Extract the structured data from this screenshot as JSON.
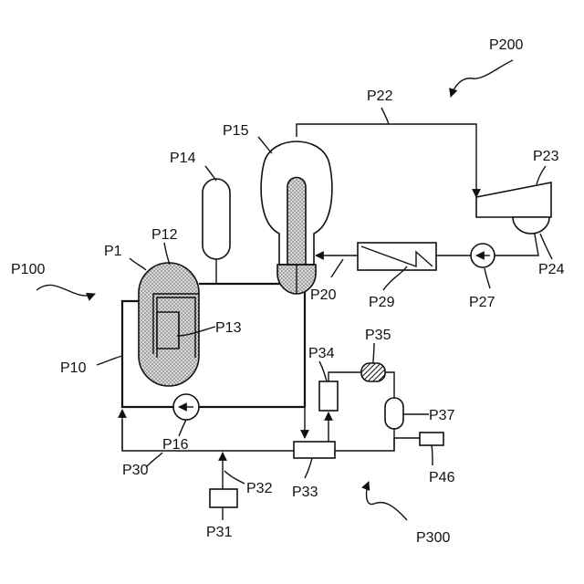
{
  "labels": {
    "P1": "P1",
    "P10": "P10",
    "P12": "P12",
    "P13": "P13",
    "P14": "P14",
    "P15": "P15",
    "P16": "P16",
    "P20": "P20",
    "P22": "P22",
    "P23": "P23",
    "P24": "P24",
    "P27": "P27",
    "P29": "P29",
    "P30": "P30",
    "P31": "P31",
    "P32": "P32",
    "P33": "P33",
    "P34": "P34",
    "P35": "P35",
    "P37": "P37",
    "P46": "P46",
    "P100": "P100",
    "P200": "P200",
    "P300": "P300"
  },
  "colors": {
    "line": "#111111",
    "background": "#ffffff"
  }
}
